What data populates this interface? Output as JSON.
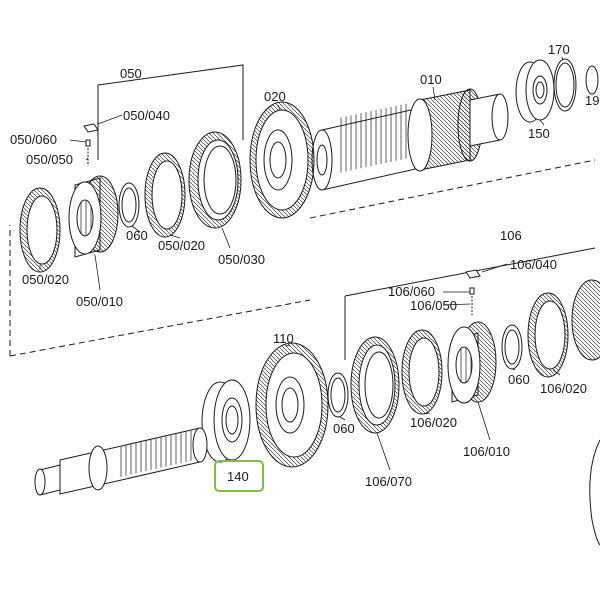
{
  "diagram": {
    "title": "",
    "labels": {
      "p050": "050",
      "p050_040": "050/040",
      "p050_060": "050/060",
      "p050_050": "050/050",
      "p050_020a": "050/020",
      "p050_010": "050/010",
      "p060a": "060",
      "p050_020b": "050/020",
      "p050_030": "050/030",
      "p020": "020",
      "p010": "010",
      "p150": "150",
      "p170": "170",
      "p19": "19",
      "p106": "106",
      "p106_060": "106/060",
      "p106_040": "106/040",
      "p106_050": "106/050",
      "p110": "110",
      "p060b": "060",
      "p106_070": "106/070",
      "p106_020a": "106/020",
      "p106_010": "106/010",
      "p060c": "060",
      "p106_020b": "106/020",
      "p140": "140"
    },
    "highlight": {
      "part": "140",
      "color": "#7ac143"
    },
    "line_color": "#1a1a1a"
  }
}
